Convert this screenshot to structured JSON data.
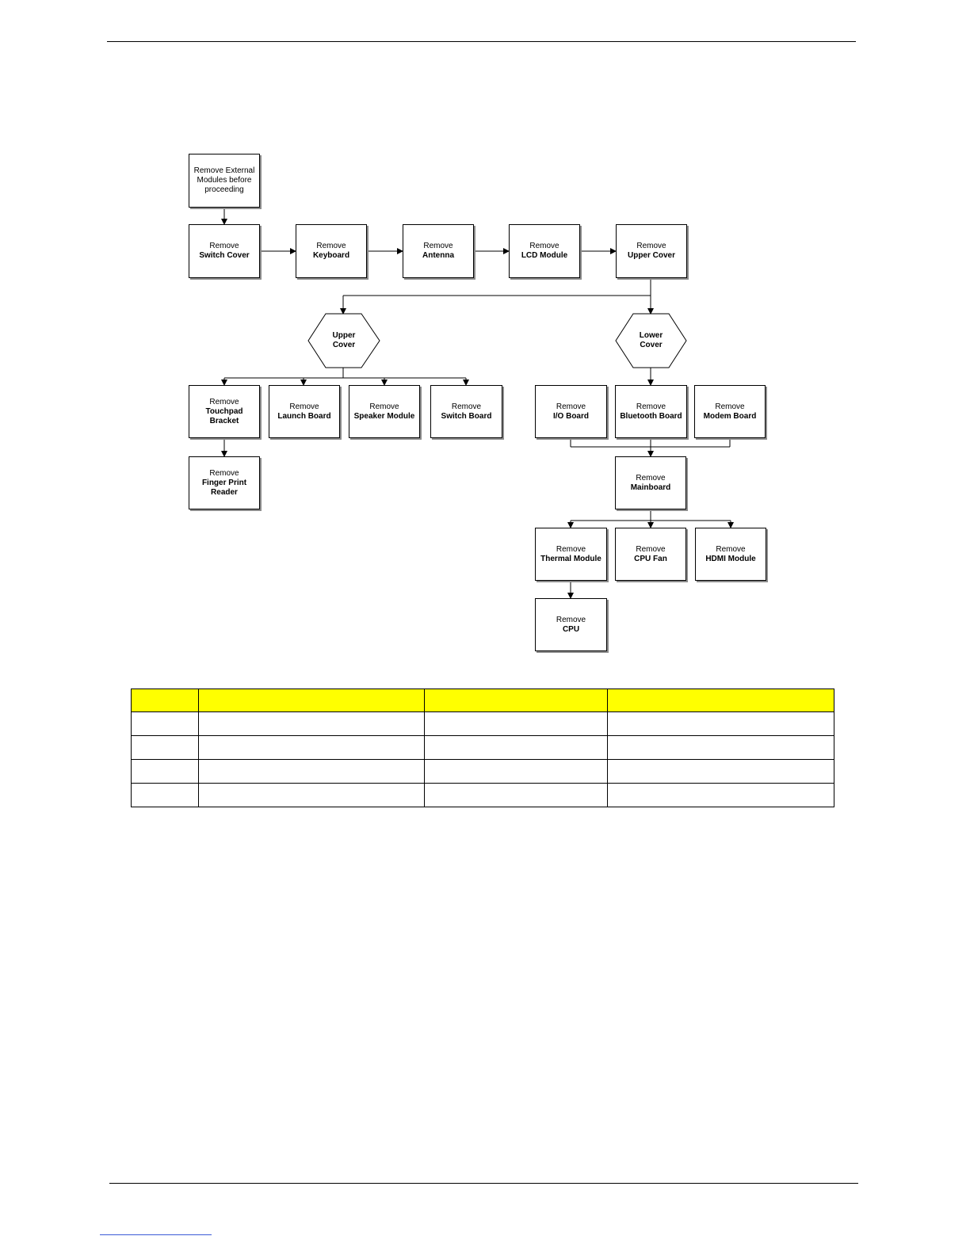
{
  "flowchart": {
    "start": {
      "l1": "Remove External",
      "l2": "Modules before",
      "l3": "proceeding"
    },
    "main_row": [
      {
        "l1": "Remove",
        "l2": "Switch Cover"
      },
      {
        "l1": "Remove",
        "l2": "Keyboard"
      },
      {
        "l1": "Remove",
        "l2": "Antenna"
      },
      {
        "l1": "Remove",
        "l2": "LCD Module"
      },
      {
        "l1": "Remove",
        "l2": "Upper Cover"
      }
    ],
    "upper_cover": {
      "decision": {
        "l1": "Upper",
        "l2": "Cover"
      },
      "children": [
        {
          "l1": "Remove",
          "l2": "Touchpad",
          "l3": "Bracket"
        },
        {
          "l1": "Remove",
          "l2": "Launch Board"
        },
        {
          "l1": "Remove",
          "l2": "Speaker Module"
        },
        {
          "l1": "Remove",
          "l2": "Switch Board"
        }
      ],
      "sub": {
        "l1": "Remove",
        "l2": "Finger Print",
        "l3": "Reader"
      }
    },
    "lower_cover": {
      "decision": {
        "l1": "Lower",
        "l2": "Cover"
      },
      "children": [
        {
          "l1": "Remove",
          "l2": "I/O Board"
        },
        {
          "l1": "Remove",
          "l2": "Bluetooth Board"
        },
        {
          "l1": "Remove",
          "l2": "Modem Board"
        }
      ],
      "mainboard": {
        "l1": "Remove",
        "l2": "Mainboard"
      },
      "mainboard_children": [
        {
          "l1": "Remove",
          "l2": "Thermal Module"
        },
        {
          "l1": "Remove",
          "l2": "CPU Fan"
        },
        {
          "l1": "Remove",
          "l2": "HDMI Module"
        }
      ],
      "cpu": {
        "l1": "Remove",
        "l2": "CPU"
      }
    }
  },
  "table": {
    "header": [
      "",
      "",
      "",
      ""
    ],
    "rows": [
      [
        "",
        "",
        "",
        ""
      ],
      [
        "",
        "",
        "",
        ""
      ],
      [
        "",
        "",
        "",
        ""
      ],
      [
        "",
        "",
        "",
        ""
      ]
    ]
  }
}
